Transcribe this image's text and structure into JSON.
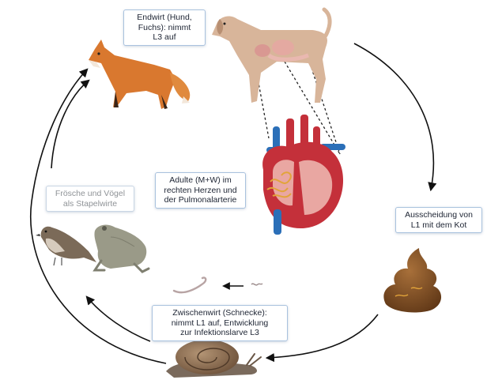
{
  "labels": {
    "final_host": "Endwirt (Hund,\nFuchs): nimmt\nL3 auf",
    "adults": "Adulte (M+W) im\nrechten Herzen und\nder Pulmonalarterie",
    "excretion": "Ausscheidung von\nL1 mit dem Kot",
    "intermediate_host": "Zwischenwirt (Schnecke):\nnimmt L1 auf, Entwicklung\nzur Infektionslarve L3",
    "paratenic_hosts": "Frösche und Vögel\nals Stapelwirte"
  },
  "colors": {
    "arrow": "#111111",
    "label_border": "#a9c2de",
    "fox": "#d9782f",
    "dog": "#d8b59a",
    "heart_red": "#c4303a",
    "heart_blue": "#2b6fb8",
    "worm": "#e2a43a",
    "feces": "#7a4a22",
    "snail": "#8a6a4e",
    "frog": "#9a9a88",
    "sparrow": "#7b6a58"
  },
  "icons": [
    "fox-icon",
    "dog-icon",
    "heart-icon",
    "feces-icon",
    "snail-icon",
    "larva-icon",
    "sparrow-icon",
    "frog-icon"
  ]
}
